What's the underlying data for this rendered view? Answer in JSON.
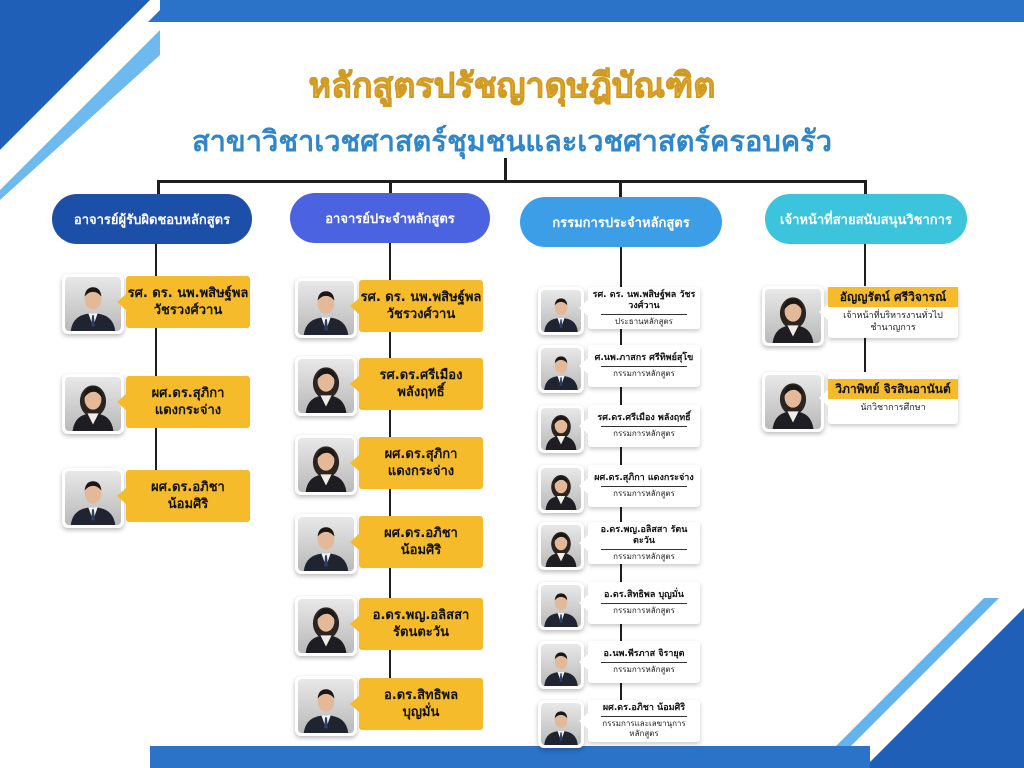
{
  "title": "หลักสูตรปรัชญาดุษฎีบัณฑิต",
  "subtitle": "สาขาวิชาเวชศาสตร์ชุมชนและเวชศาสตร์ครอบครัว",
  "colors": {
    "title": "#f2b43a",
    "subtitle": "#2f86c8",
    "nameplate": "#f6bb2b",
    "pill_1": "#1c4fa8",
    "pill_2": "#4b63e0",
    "pill_3": "#3d9ee8",
    "pill_4": "#3cc4dd"
  },
  "columns": [
    {
      "header": "อาจารย์ผู้รับผิดชอบหลักสูตร",
      "members": [
        {
          "line1": "รศ. ดร. นพ.พสิษฐ์พล",
          "line2": "วัชรวงศ์วาน",
          "gender": "m"
        },
        {
          "line1": "ผศ.ดร.สุภิกา",
          "line2": "แดงกระจ่าง",
          "gender": "f"
        },
        {
          "line1": "ผศ.ดร.อภิชา",
          "line2": "น้อมศิริ",
          "gender": "m"
        }
      ]
    },
    {
      "header": "อาจารย์ประจำหลักสูตร",
      "members": [
        {
          "line1": "รศ. ดร. นพ.พสิษฐ์พล",
          "line2": "วัชรวงศ์วาน",
          "gender": "m"
        },
        {
          "line1": "รศ.ดร.ศรีเมือง",
          "line2": "พลังฤทธิ์",
          "gender": "f"
        },
        {
          "line1": "ผศ.ดร.สุภิกา",
          "line2": "แดงกระจ่าง",
          "gender": "f"
        },
        {
          "line1": "ผศ.ดร.อภิชา",
          "line2": "น้อมศิริ",
          "gender": "m"
        },
        {
          "line1": "อ.ดร.พญ.อลิสสา",
          "line2": "รัตนตะวัน",
          "gender": "f"
        },
        {
          "line1": "อ.ดร.สิทธิพล",
          "line2": "บุญมั่น",
          "gender": "m"
        }
      ]
    },
    {
      "header": "กรรมการประจำหลักสูตร",
      "members": [
        {
          "name": "รศ. ดร. นพ.พสิษฐ์พล วัชรวงศ์วาน",
          "role": "ประธานหลักสูตร",
          "gender": "m"
        },
        {
          "name": "ศ.นพ.ภาสกร ศรีทิพย์สุโข",
          "role": "กรรมการหลักสูตร",
          "gender": "m"
        },
        {
          "name": "รศ.ดร.ศรีเมือง พลังฤทธิ์",
          "role": "กรรมการหลักสูตร",
          "gender": "f"
        },
        {
          "name": "ผศ.ดร.สุภิกา แดงกระจ่าง",
          "role": "กรรมการหลักสูตร",
          "gender": "f"
        },
        {
          "name": "อ.ดร.พญ.อลิสสา รัตนตะวัน",
          "role": "กรรมการหลักสูตร",
          "gender": "f"
        },
        {
          "name": "อ.ดร.สิทธิพล บุญมั่น",
          "role": "กรรมการหลักสูตร",
          "gender": "m"
        },
        {
          "name": "อ.นพ.พีรภาส จิรายุต",
          "role": "กรรมการหลักสูตร",
          "gender": "m"
        },
        {
          "name": "ผศ.ดร.อภิชา น้อมศิริ",
          "role": "กรรมการและเลขานุการหลักสูตร",
          "gender": "m"
        }
      ]
    },
    {
      "header": "เจ้าหน้าที่สายสนับสนุนวิชาการ",
      "members": [
        {
          "name": "อัญญรัตน์ ศรีวิจารณ์",
          "role": "เจ้าหน้าที่บริหารงานทั่วไป ชำนาญการ",
          "gender": "f"
        },
        {
          "name": "วิภาพิทย์ จิรสินอานันต์",
          "role": "นักวิชาการศึกษา",
          "gender": "f"
        }
      ]
    }
  ]
}
